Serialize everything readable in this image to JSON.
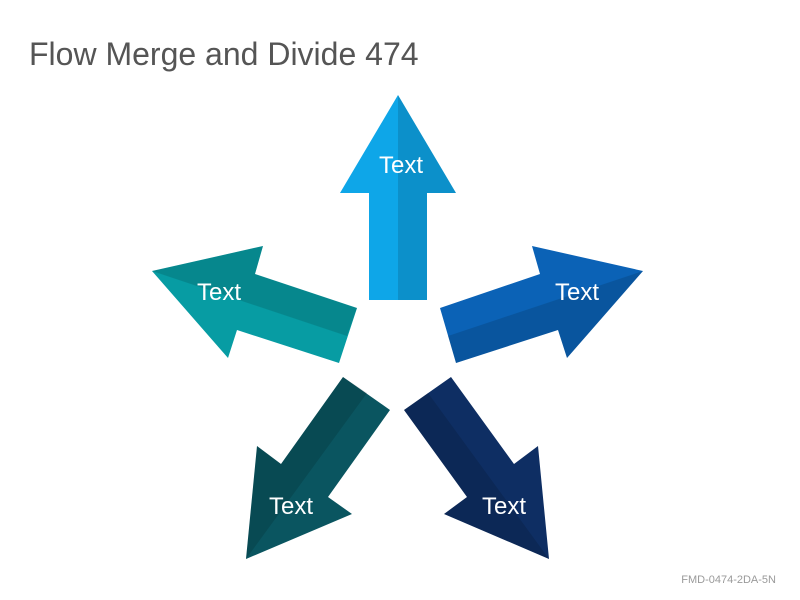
{
  "slide": {
    "title": "Flow Merge and Divide 474",
    "footer_code": "FMD-0474-2DA-5N"
  },
  "arrows": [
    {
      "label": "Text",
      "color": "#0ea6e8",
      "direction": "up"
    },
    {
      "label": "Text",
      "color": "#0b62b6",
      "direction": "right"
    },
    {
      "label": "Text",
      "color": "#0e2e63",
      "direction": "down-right"
    },
    {
      "label": "Text",
      "color": "#0a5560",
      "direction": "down-left"
    },
    {
      "label": "Text",
      "color": "#079ca3",
      "direction": "left"
    }
  ]
}
